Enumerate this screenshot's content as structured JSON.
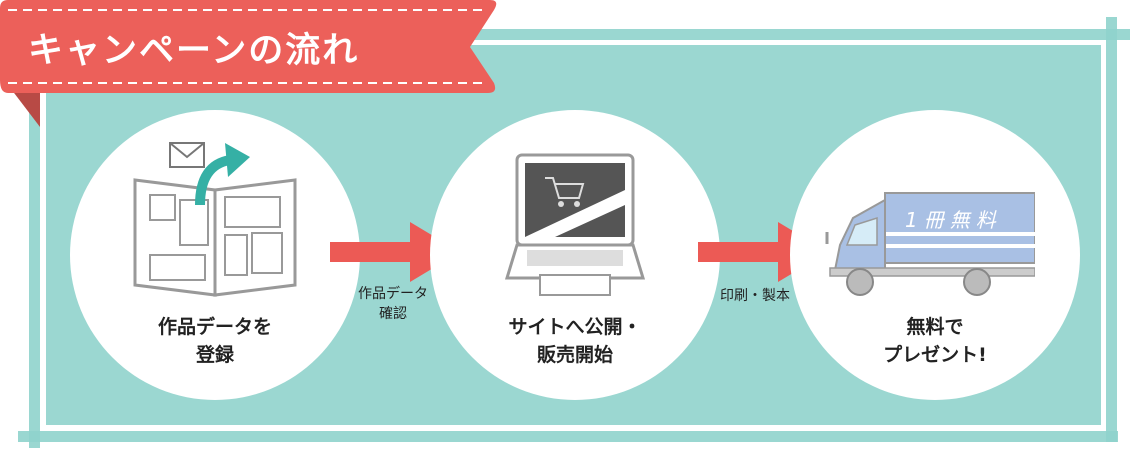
{
  "title": "キャンペーンの流れ",
  "steps": [
    {
      "label_line1": "作品データを",
      "label_line2": "登録",
      "icon": "book-mail-icon"
    },
    {
      "label_line1": "サイトへ公開・",
      "label_line2": "販売開始",
      "icon": "laptop-cart-icon"
    },
    {
      "label_line1": "無料で",
      "label_line2": "プレゼント!",
      "icon": "truck-icon",
      "truck_text": "1冊無料"
    }
  ],
  "arrows": [
    {
      "line1": "作品データ",
      "line2": "確認"
    },
    {
      "line1": "印刷・製本",
      "line2": ""
    }
  ],
  "colors": {
    "ribbon": "#ec605a",
    "ribbon_dark": "#b84a45",
    "teal": "#9bd7d1",
    "arrow": "#ec5a55"
  }
}
